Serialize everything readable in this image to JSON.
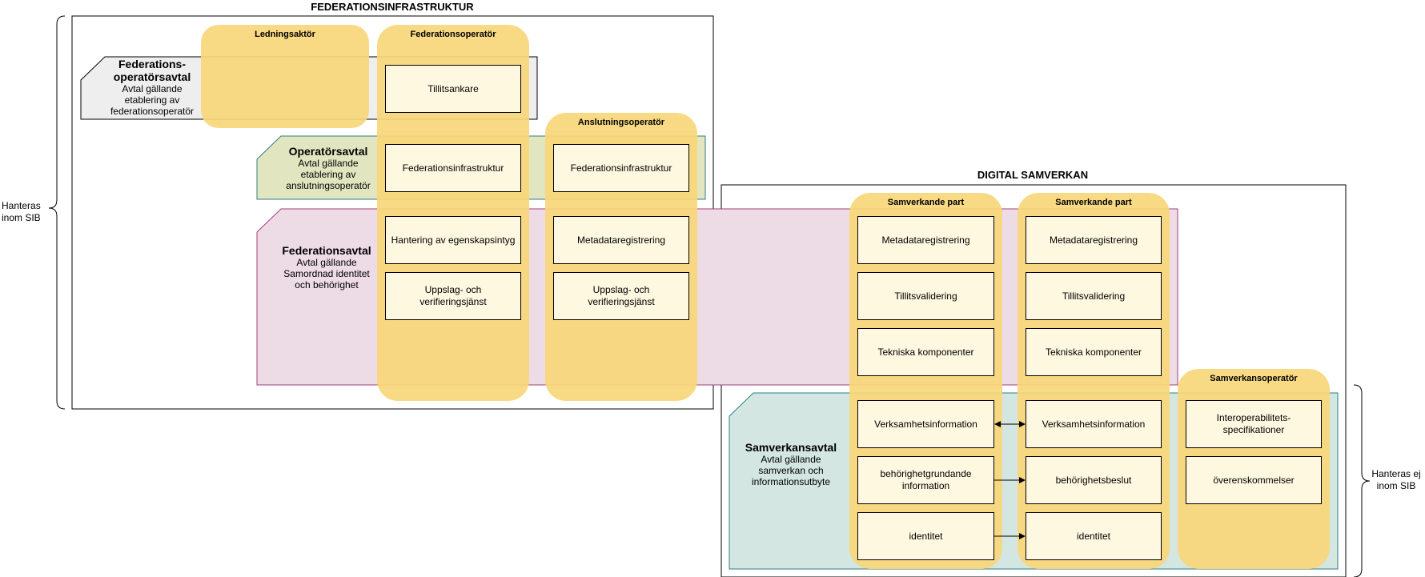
{
  "titles": {
    "federation": "FEDERATIONSINFRASTRUKTUR",
    "digital": "DIGITAL SAMVERKAN"
  },
  "side_labels": {
    "left_line1": "Hanteras",
    "left_line2": "inom SIB",
    "right_line1": "Hanteras ej",
    "right_line2": "inom SIB"
  },
  "agreements": {
    "fedop": {
      "title_line1": "Federations-",
      "title_line2": "operatörsavtal",
      "line1": "Avtal gällande",
      "line2": "etablering av",
      "line3": "federationsoperatör"
    },
    "op": {
      "title": "Operatörsavtal",
      "line1": "Avtal gällande",
      "line2": "etablering av",
      "line3": "anslutningsoperatör"
    },
    "fed": {
      "title": "Federationsavtal",
      "line1": "Avtal gällande",
      "line2": "Samordnad identitet",
      "line3": "och behörighet"
    },
    "samv": {
      "title": "Samverkansavtal",
      "line1": "Avtal gällande",
      "line2": "samverkan och",
      "line3": "informationsutbyte"
    }
  },
  "lanes": {
    "ledning": "Ledningsaktör",
    "fedop": "Federationsoperatör",
    "anslut": "Anslutningsoperatör",
    "part1": "Samverkande part",
    "part2": "Samverkande part",
    "samvop": "Samverkansoperatör"
  },
  "boxes": {
    "fedop": [
      "Tillitsankare",
      "Federationsinfrastruktur",
      "Hantering av egenskapsintyg",
      "Uppslag- och verifieringsjänst"
    ],
    "anslut": [
      "Federationsinfrastruktur",
      "Metadataregistrering",
      "Uppslag- och verifieringsjänst"
    ],
    "part1": [
      "Metadataregistrering",
      "Tillitsvalidering",
      "Tekniska komponenter",
      "Verksamhetsinformation",
      "behörighetgrundande information",
      "identitet"
    ],
    "part2": [
      "Metadataregistrering",
      "Tillitsvalidering",
      "Tekniska komponenter",
      "Verksamhetsinformation",
      "behörighetsbeslut",
      "identitet"
    ],
    "samvop": [
      "Interoperabilitets-specifikationer",
      "överenskommelser"
    ]
  },
  "colors": {
    "lane_fill": "#f8d77a",
    "box_fill": "#fff8e1",
    "fedop_agreement_fill": "#eeeeee",
    "op_agreement_fill": "#e2e6c0",
    "op_agreement_stroke": "#2f7f7f",
    "fed_agreement_fill": "#eddbe5",
    "fed_agreement_stroke": "#a0407a",
    "samv_agreement_fill": "#d3e6e2",
    "samv_agreement_stroke": "#2f7f7f"
  }
}
